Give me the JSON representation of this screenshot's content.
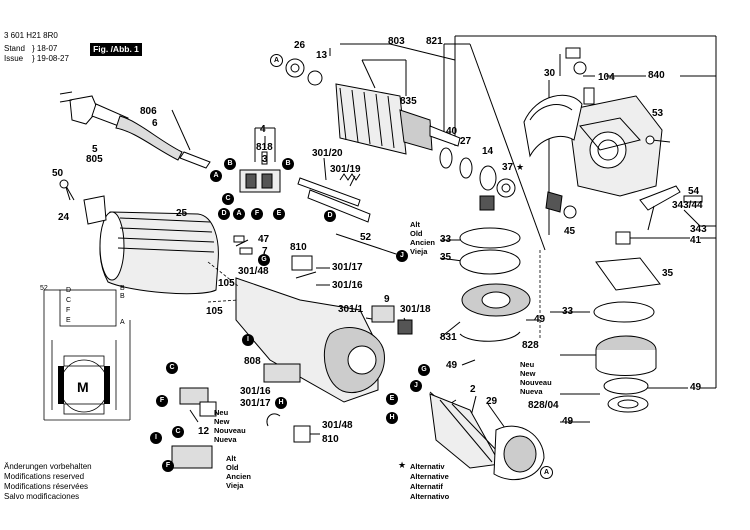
{
  "header": {
    "doc_number": "3 601 H21 8R0",
    "stand_label": "Stand",
    "stand_value": "18-07",
    "issue_label": "Issue",
    "issue_value": "19-08-27",
    "figure_label": "Fig. /Abb. 1"
  },
  "notes": [
    "Änderungen vorbehalten",
    "Modifications reserved",
    "Modifications réservées",
    "Salvo modificaciones"
  ],
  "alternative_note": {
    "symbol": "★",
    "lines": [
      "Alternativ",
      "Alternative",
      "Alternatif",
      "Alternativo"
    ]
  },
  "lang_neu": [
    "Neu",
    "New",
    "Nouveau",
    "Nueva"
  ],
  "lang_alt": [
    "Alt",
    "Old",
    "Ancien",
    "Vieja"
  ],
  "part_numbers": [
    {
      "id": "n26",
      "text": "26"
    },
    {
      "id": "n13",
      "text": "13"
    },
    {
      "id": "n803",
      "text": "803"
    },
    {
      "id": "n821",
      "text": "821"
    },
    {
      "id": "n840",
      "text": "840"
    },
    {
      "id": "n30",
      "text": "30"
    },
    {
      "id": "n104",
      "text": "104"
    },
    {
      "id": "n835",
      "text": "835"
    },
    {
      "id": "n806",
      "text": "806"
    },
    {
      "id": "n6",
      "text": "6"
    },
    {
      "id": "n5",
      "text": "5"
    },
    {
      "id": "n805",
      "text": "805"
    },
    {
      "id": "n4",
      "text": "4"
    },
    {
      "id": "n818",
      "text": "818"
    },
    {
      "id": "n3",
      "text": "3"
    },
    {
      "id": "n301_20",
      "text": "301/20"
    },
    {
      "id": "n301_19",
      "text": "301/19"
    },
    {
      "id": "n40",
      "text": "40"
    },
    {
      "id": "n27",
      "text": "27"
    },
    {
      "id": "n14",
      "text": "14"
    },
    {
      "id": "n37",
      "text": "37"
    },
    {
      "id": "n53",
      "text": "53"
    },
    {
      "id": "n54",
      "text": "54"
    },
    {
      "id": "n343_44",
      "text": "343/44"
    },
    {
      "id": "n343",
      "text": "343"
    },
    {
      "id": "n41",
      "text": "41"
    },
    {
      "id": "n45",
      "text": "45"
    },
    {
      "id": "n50",
      "text": "50"
    },
    {
      "id": "n24",
      "text": "24"
    },
    {
      "id": "n25",
      "text": "25"
    },
    {
      "id": "n47",
      "text": "47"
    },
    {
      "id": "n7",
      "text": "7"
    },
    {
      "id": "n810a",
      "text": "810"
    },
    {
      "id": "n52a",
      "text": "52"
    },
    {
      "id": "n33a",
      "text": "33"
    },
    {
      "id": "n35a",
      "text": "35"
    },
    {
      "id": "n35b",
      "text": "35"
    },
    {
      "id": "n33b",
      "text": "33"
    },
    {
      "id": "n301_48a",
      "text": "301/48"
    },
    {
      "id": "n301_17a",
      "text": "301/17"
    },
    {
      "id": "n301_16a",
      "text": "301/16"
    },
    {
      "id": "n105a",
      "text": "105"
    },
    {
      "id": "n105b",
      "text": "105"
    },
    {
      "id": "n9",
      "text": "9"
    },
    {
      "id": "n301_1",
      "text": "301/1"
    },
    {
      "id": "n301_18",
      "text": "301/18"
    },
    {
      "id": "n831",
      "text": "831"
    },
    {
      "id": "n49a",
      "text": "49"
    },
    {
      "id": "n49b",
      "text": "49"
    },
    {
      "id": "n828",
      "text": "828"
    },
    {
      "id": "n49c",
      "text": "49"
    },
    {
      "id": "n828_04",
      "text": "828/04"
    },
    {
      "id": "n49d",
      "text": "49"
    },
    {
      "id": "n808",
      "text": "808"
    },
    {
      "id": "n2",
      "text": "2"
    },
    {
      "id": "n29",
      "text": "29"
    },
    {
      "id": "n301_16b",
      "text": "301/16"
    },
    {
      "id": "n301_17b",
      "text": "301/17"
    },
    {
      "id": "n301_48b",
      "text": "301/48"
    },
    {
      "id": "n810b",
      "text": "810"
    },
    {
      "id": "n12",
      "text": "12"
    },
    {
      "id": "n52b",
      "text": "52"
    }
  ],
  "callouts": [
    "A",
    "B",
    "C",
    "D",
    "E",
    "F",
    "G",
    "H",
    "I",
    "J"
  ]
}
